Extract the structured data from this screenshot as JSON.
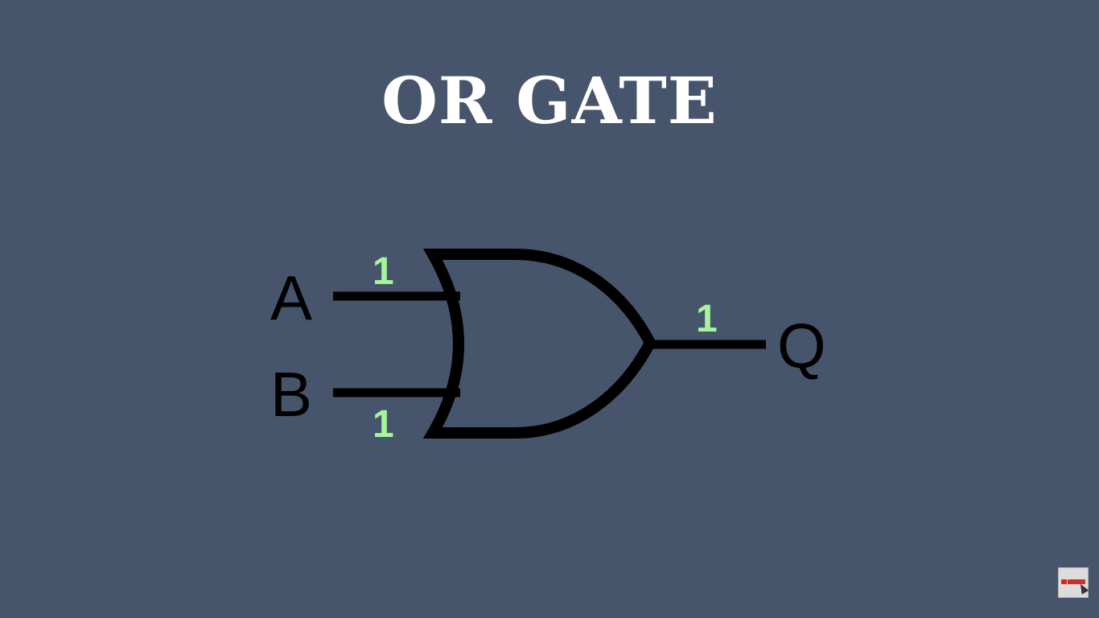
{
  "title": "OR GATE",
  "inputs": [
    {
      "label": "A",
      "value": "1"
    },
    {
      "label": "B",
      "value": "1"
    }
  ],
  "output": {
    "label": "Q",
    "value": "1"
  },
  "colors": {
    "background": "#46546c",
    "title": "#ffffff",
    "gate_stroke": "#000000",
    "value_highlight": "#a6f59a"
  },
  "subscribe_icon": "youtube-subscribe-icon"
}
